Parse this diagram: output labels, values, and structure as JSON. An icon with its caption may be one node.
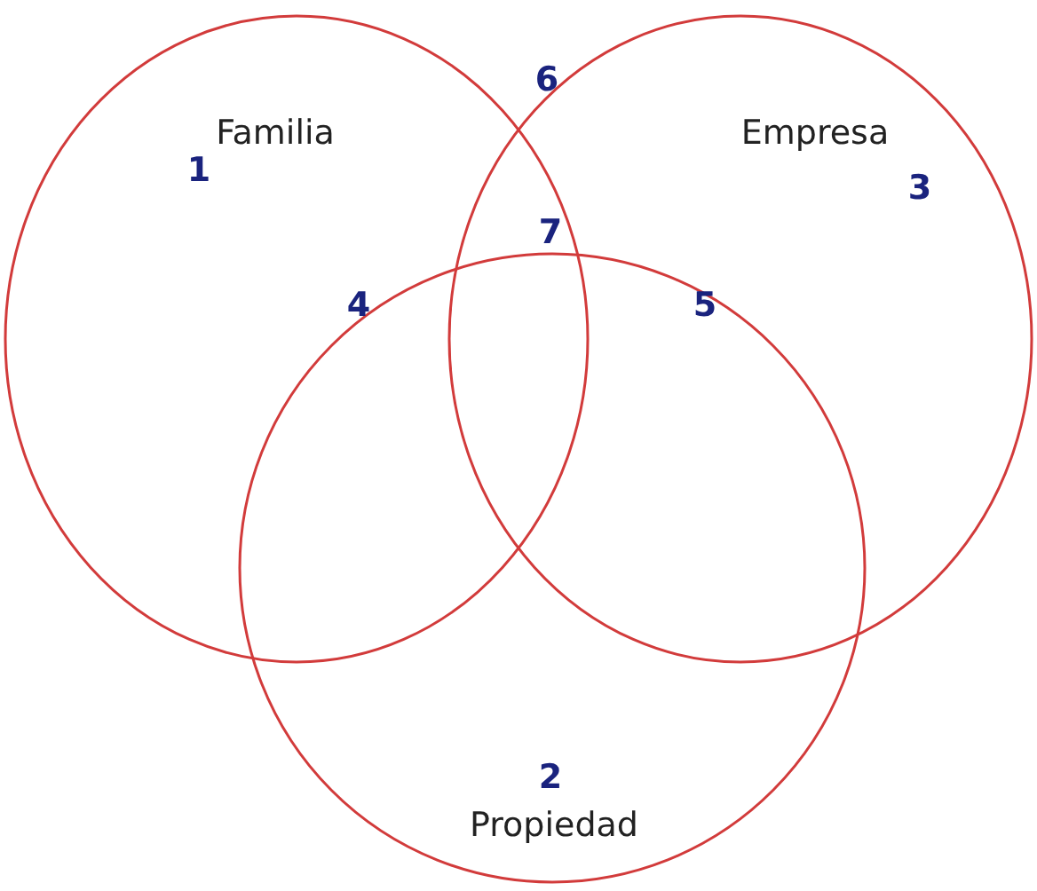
{
  "diagram": {
    "nodes": [
      {
        "text": [
          "Familia"
        ]
      },
      {
        "text": [
          "Empresa"
        ]
      },
      {
        "text": [
          "Propiedad"
        ]
      }
    ],
    "labels": [
      "6",
      "1",
      "3",
      "7",
      "4",
      "5",
      "2"
    ]
  }
}
